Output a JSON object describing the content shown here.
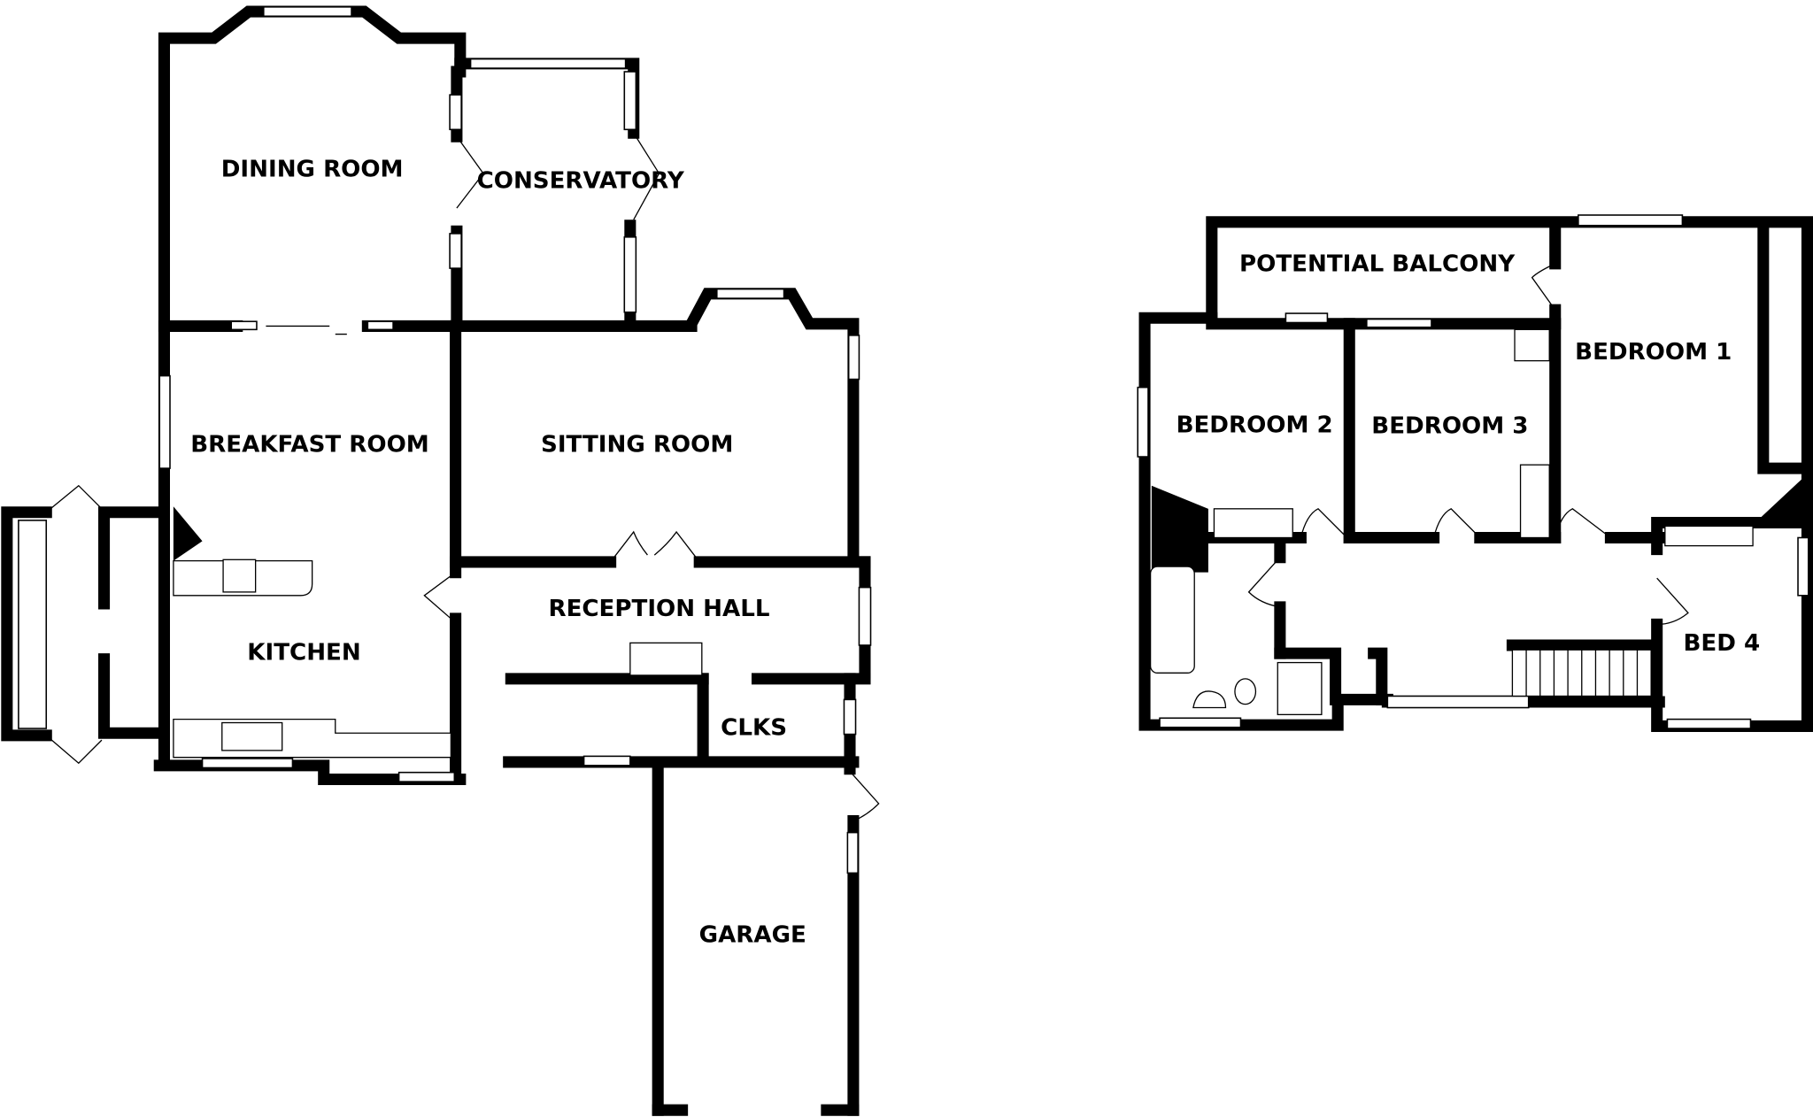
{
  "ground_floor": {
    "rooms": {
      "dining_room": "DINING ROOM",
      "conservatory": "CONSERVATORY",
      "breakfast_room": "BREAKFAST ROOM",
      "sitting_room": "SITTING ROOM",
      "kitchen": "KITCHEN",
      "reception_hall": "RECEPTION HALL",
      "clks": "CLKS",
      "garage": "GARAGE"
    }
  },
  "first_floor": {
    "rooms": {
      "potential_balcony": "POTENTIAL BALCONY",
      "bedroom_1": "BEDROOM 1",
      "bedroom_2": "BEDROOM 2",
      "bedroom_3": "BEDROOM 3",
      "bed_4": "BED 4"
    }
  }
}
